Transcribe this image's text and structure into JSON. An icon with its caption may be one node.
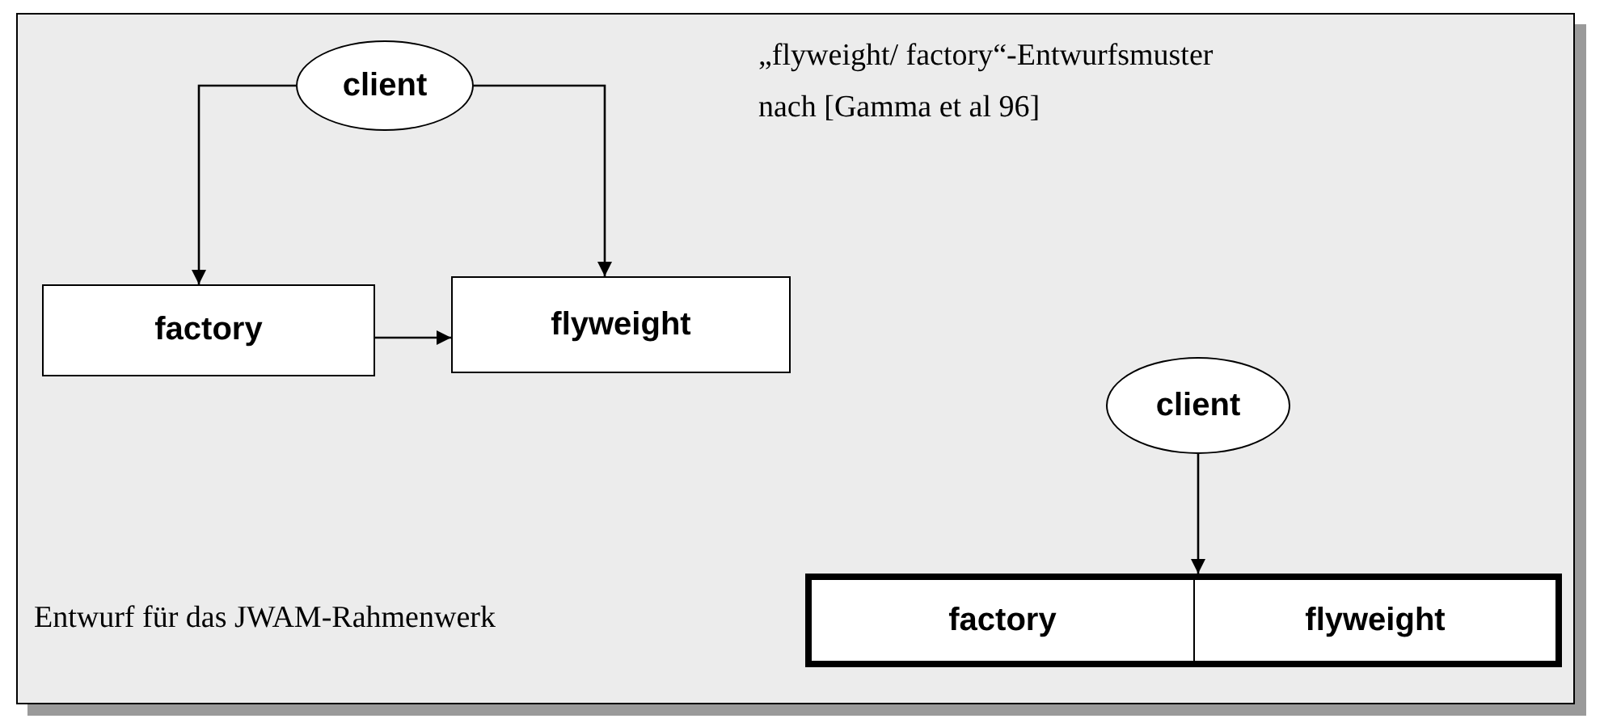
{
  "diagram": {
    "nodes": [
      {
        "text": [
          "client"
        ]
      },
      {
        "text": [
          "factory"
        ]
      },
      {
        "text": [
          "flyweight"
        ]
      },
      {
        "text": [
          "client"
        ]
      },
      {
        "text": [],
        "shape": "box"
      },
      {
        "text": [
          "factory"
        ],
        "in": 4
      },
      {
        "text": [
          "flyweight"
        ],
        "in": 4
      }
    ],
    "edges": [
      {
        "from": 0,
        "to": 1,
        "arrow": "to"
      },
      {
        "from": 0,
        "to": 2,
        "arrow": "to"
      },
      {
        "from": 1,
        "to": 2,
        "arrow": "to"
      },
      {
        "from": 3,
        "to": 4,
        "arrow": "to"
      }
    ],
    "labels": [
      "„flyweight/ factory“-Entwurfsmuster nach [Gamma et al 96]",
      "Entwurf für das JWAM-Rahmenwerk"
    ]
  }
}
